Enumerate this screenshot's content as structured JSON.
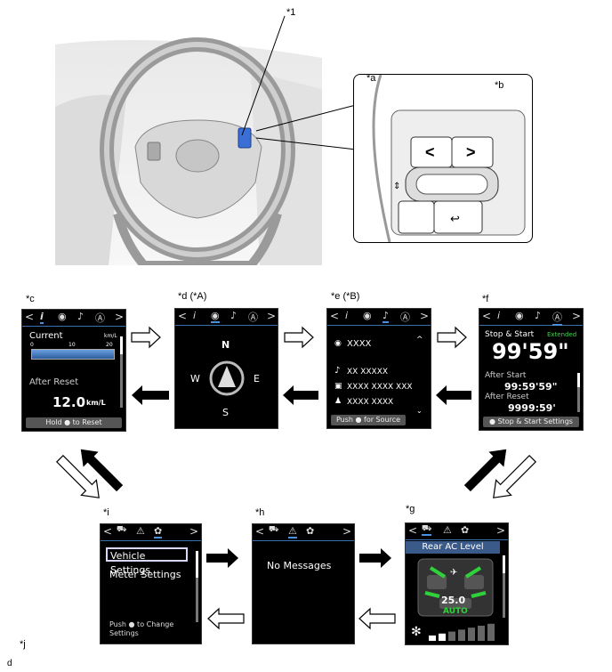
{
  "callouts": {
    "c1": "*1",
    "ca": "*a",
    "cb": "*b",
    "cc": "*c",
    "cd": "*d (*A)",
    "ce": "*e (*B)",
    "cf": "*f",
    "cg": "*g",
    "ch": "*h",
    "ci": "*i",
    "cj": "*j",
    "footer": "d"
  },
  "tabs": {
    "left_chev": "<",
    "right_chev": ">",
    "info": "i",
    "nav": "◉",
    "audio": "♪",
    "stop": "Ⓐ",
    "warn": "⚠",
    "gear": "✿"
  },
  "screen_c": {
    "current_label": "Current",
    "unit_small": "km/L",
    "scale_0": "0",
    "scale_10": "10",
    "scale_20": "20",
    "after_reset": "After Reset",
    "value": "12.0",
    "value_unit": "km/L",
    "footer": "Hold ● to Reset"
  },
  "screen_d": {
    "n": "N",
    "e": "E",
    "s": "S",
    "w": "W"
  },
  "screen_e": {
    "line1": "XXXX",
    "line2": "XX XXXXX",
    "line3": "XXXX XXXX XXX",
    "line4": "XXXX XXXX",
    "footer": "Push ● for Source"
  },
  "screen_f": {
    "title": "Stop & Start",
    "badge": "Extended",
    "big_value": "99'59\"",
    "after_start": "After Start",
    "after_start_val": "99:59'59\"",
    "after_reset": "After Reset",
    "after_reset_val": "9999:59'",
    "footer": "● Stop & Start Settings"
  },
  "screen_g": {
    "title": "Rear AC Level",
    "temp": "25.0",
    "mode": "AUTO",
    "fan_level": 0.35
  },
  "screen_h": {
    "message": "No Messages"
  },
  "screen_i": {
    "item1": "Vehicle Settings",
    "item2": "Meter Settings",
    "footer1": "Push ● to Change",
    "footer2": "Settings"
  }
}
